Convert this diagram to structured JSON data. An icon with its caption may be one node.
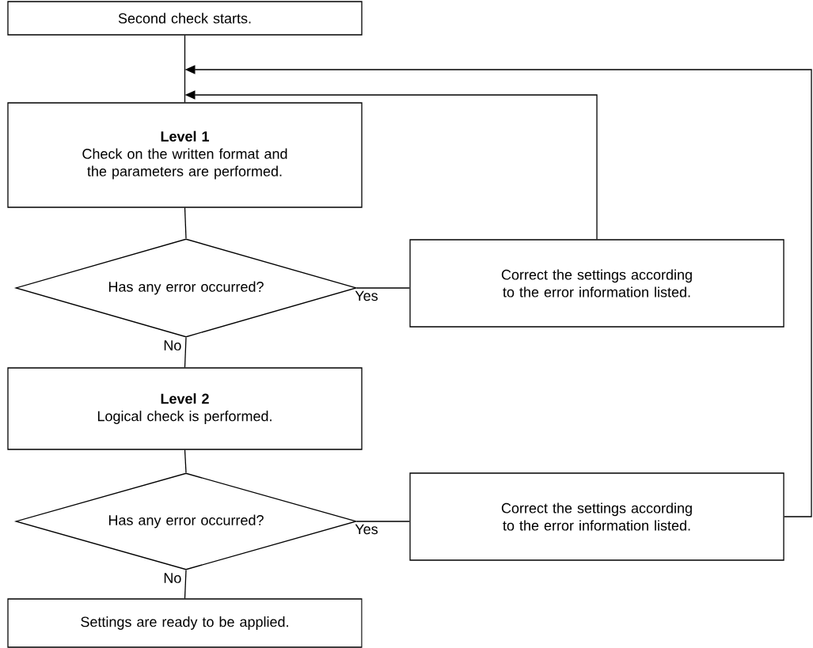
{
  "diagram": {
    "nodes": [
      {
        "text": [
          "Second check starts."
        ]
      },
      {
        "text": [
          "Level 1",
          "Check on the written format and the parameters are performed."
        ]
      },
      {
        "text": [
          "Has any error occurred?"
        ]
      },
      {
        "text": [
          "Correct the settings according to the error information listed."
        ]
      },
      {
        "text": [
          "Level 2",
          "Logical check is performed."
        ]
      },
      {
        "text": [
          "Has any error occurred?"
        ]
      },
      {
        "text": [
          "Correct the settings according to the error information listed."
        ]
      },
      {
        "text": [
          "Settings are ready to be applied."
        ]
      }
    ],
    "edges": [
      {
        "from": 0,
        "to": 1,
        "arrow": "none"
      },
      {
        "from": 1,
        "to": 2,
        "arrow": "none"
      },
      {
        "from": 2,
        "to": 3,
        "arrow": "none",
        "label": "Yes"
      },
      {
        "from": 3,
        "to": 1,
        "arrow": "to"
      },
      {
        "from": 2,
        "to": 4,
        "arrow": "none",
        "label": "No"
      },
      {
        "from": 4,
        "to": 5,
        "arrow": "none"
      },
      {
        "from": 5,
        "to": 6,
        "arrow": "none",
        "label": "Yes"
      },
      {
        "from": 6,
        "to": 1,
        "arrow": "to"
      },
      {
        "from": 5,
        "to": 7,
        "arrow": "none",
        "label": "No"
      }
    ]
  }
}
